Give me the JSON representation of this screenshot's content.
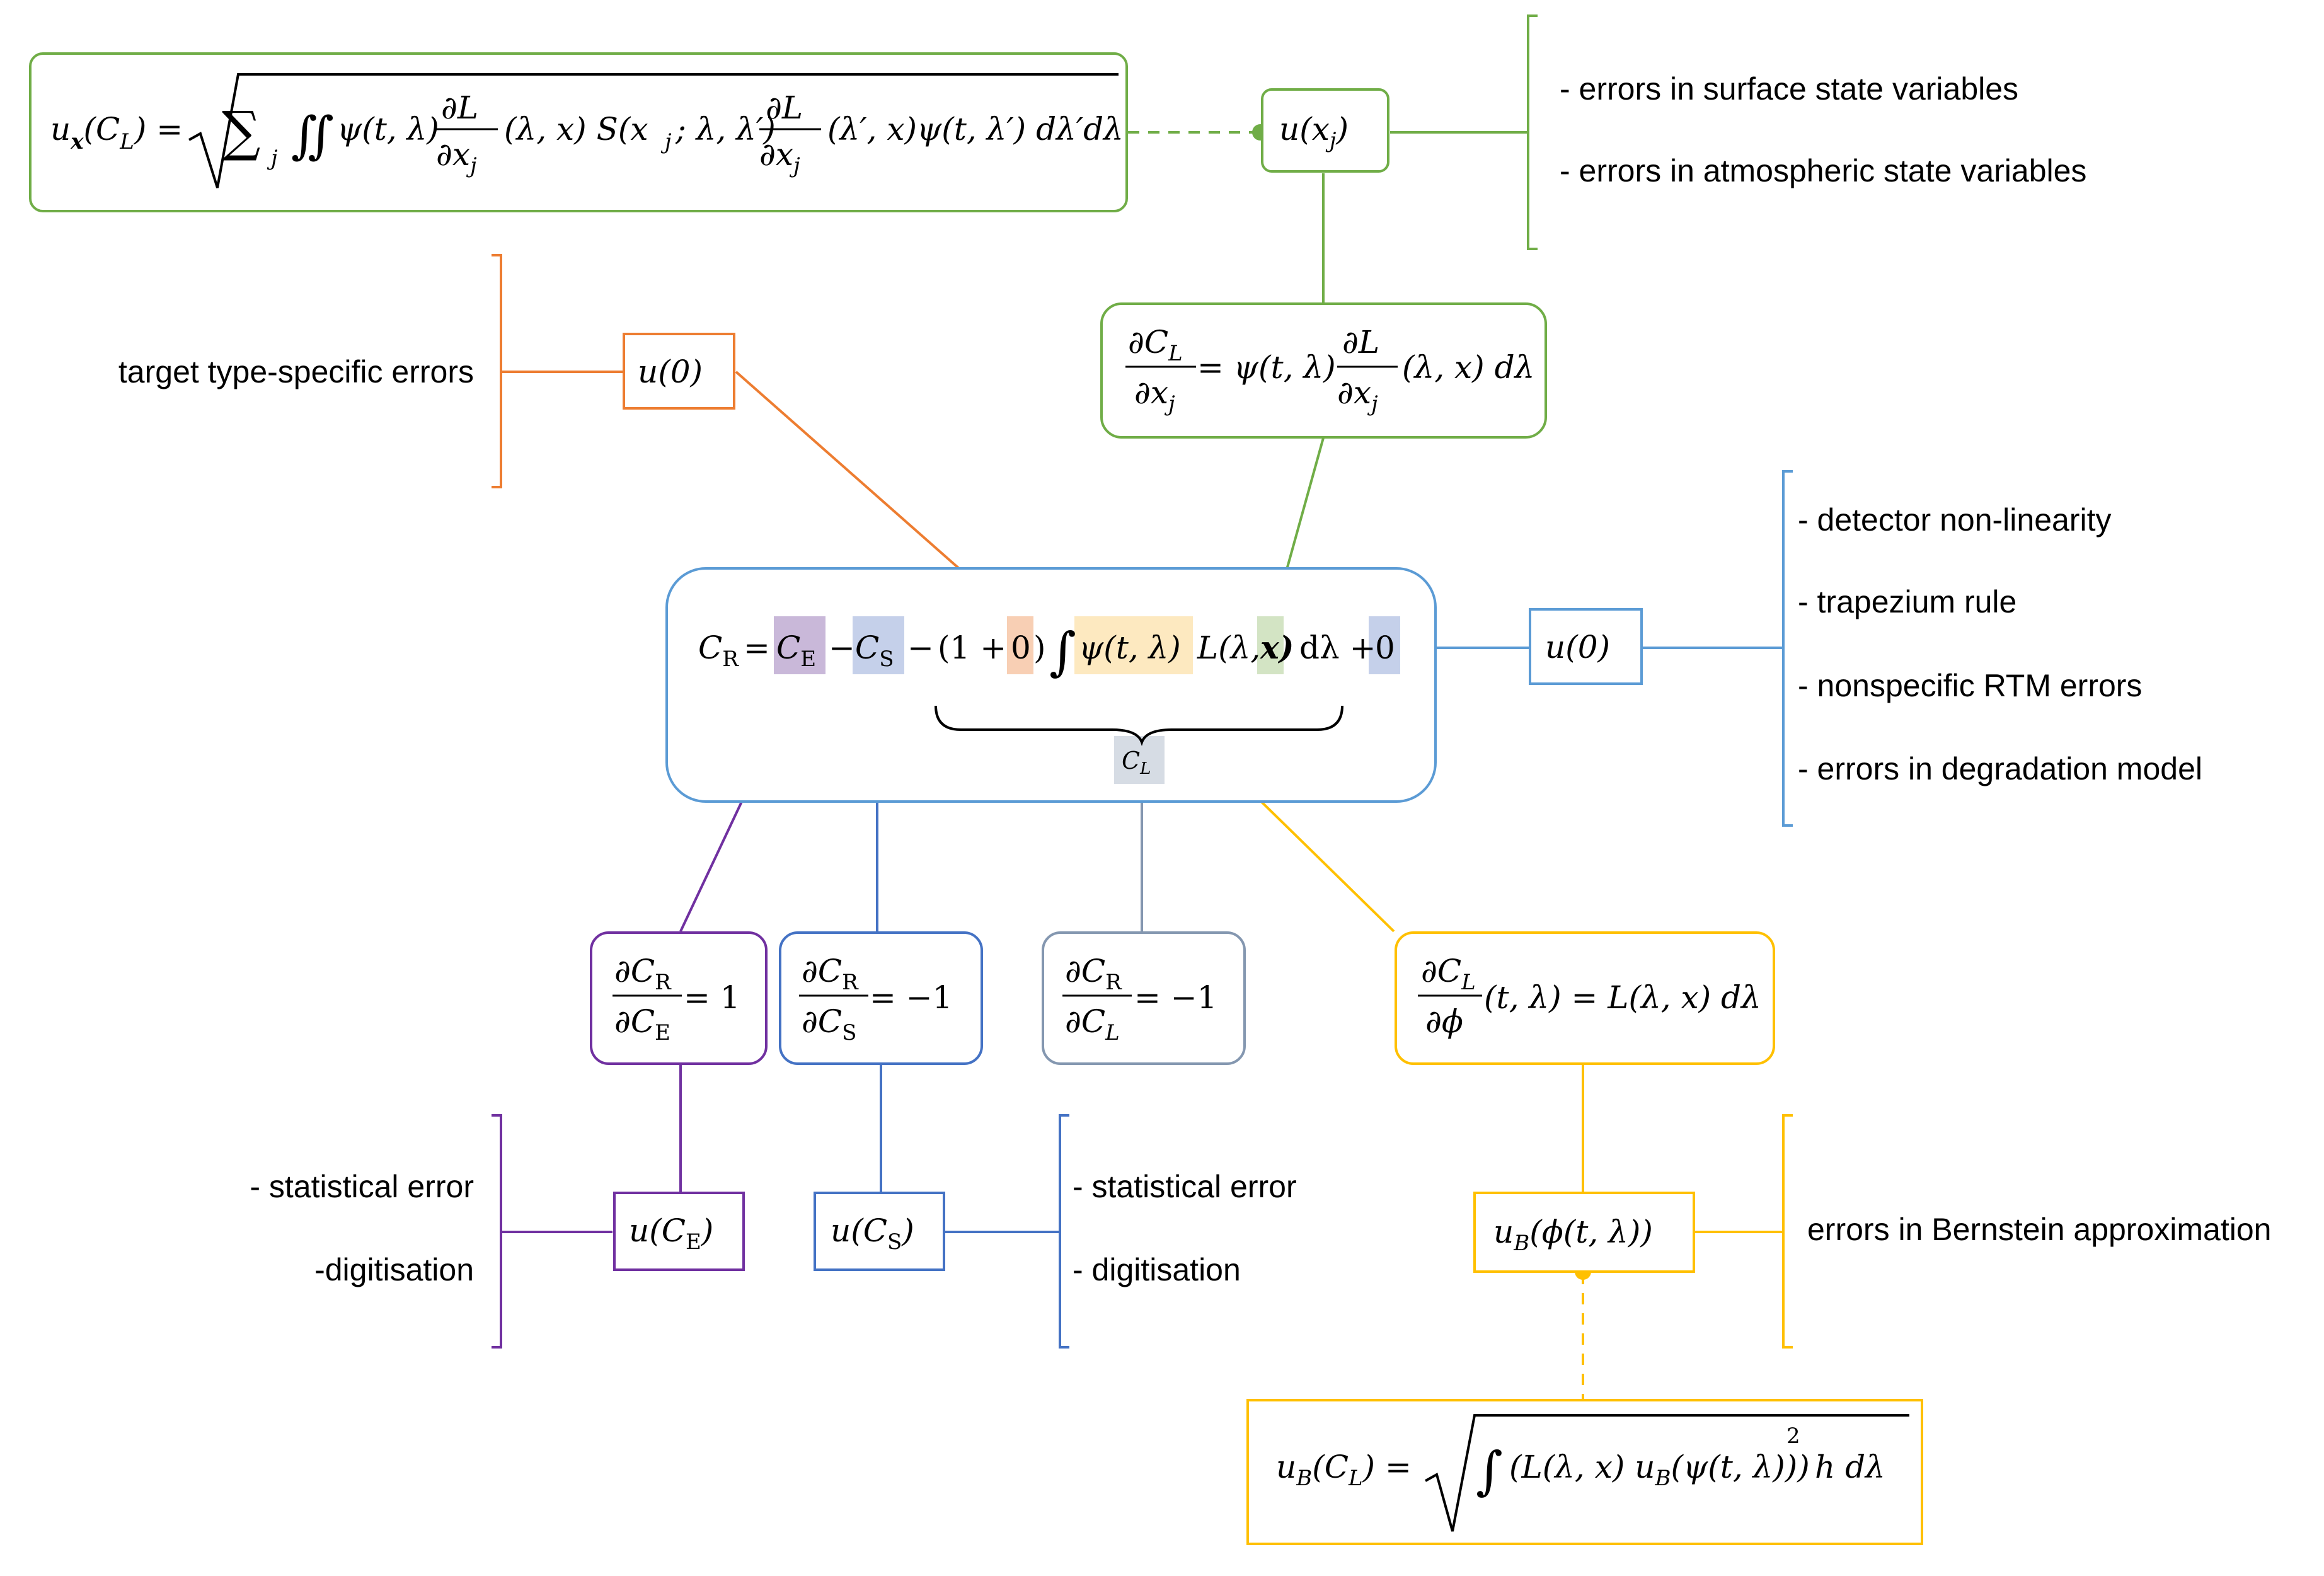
{
  "colors": {
    "green": "#70ad47",
    "orange": "#ed7d31",
    "blue": "#5b9bd5",
    "darkblue": "#4472c4",
    "purple": "#7030a0",
    "slate": "#8497b0",
    "gold": "#ffc000",
    "hl_purple": "#c9b8d9",
    "hl_blue": "#c5d0ea",
    "hl_orange": "#f8cfb4",
    "hl_yellow": "#fde9c0",
    "hl_green": "#d3e4c4",
    "hl_slate": "#d6dce4"
  },
  "notes": {
    "surface_state": "- errors in surface state variables",
    "atmospheric_state": "- errors in atmospheric state variables",
    "target_type": "target type-specific errors",
    "detector": "- detector non-linearity",
    "trapezium": "- trapezium rule",
    "rtm": "- nonspecific RTM errors",
    "degradation": "- errors in degradation model",
    "stat_left": "- statistical error",
    "digit_left": "-digitisation",
    "stat_right": "- statistical error",
    "digit_right": "- digitisation",
    "bernstein": "errors in Bernstein approximation"
  },
  "formulas": {
    "ux_lhs": "u",
    "ux_sub": "x",
    "ux_arg": "(C",
    "ux_argsub": "L",
    "ux_argclose": ") =",
    "ux_sum": "∑",
    "ux_sumsub": "j",
    "ux_int": "∬",
    "ux_psi": "ψ(t, λ)",
    "ux_dL": "∂L",
    "ux_dx": "∂x",
    "ux_dxsub": "j",
    "ux_mid": "(λ, x) S(x",
    "ux_midsub": "j",
    "ux_mid2": "; λ, λ′)",
    "ux_dL2": "∂L",
    "ux_dx2": "∂x",
    "ux_dx2sub": "j",
    "ux_tail": "(λ′, x)ψ(t, λ′) dλ′dλ",
    "uxj": "u(x",
    "uxj_sub": "j",
    "uxj_close": ")",
    "dCL_num": "∂C",
    "dCL_numsub": "L",
    "dCL_den": "∂x",
    "dCL_densub": "j",
    "dCL_mid": "= ψ(t, λ)",
    "dCL_num2": "∂L",
    "dCL_den2": "∂x",
    "dCL_den2sub": "j",
    "dCL_tail": "(λ, x) dλ",
    "u0_left": "u(0)",
    "u0_right": "u(0)",
    "main_CR": "C",
    "main_CRsub": "R",
    "main_eq": "=",
    "main_CE": "C",
    "main_CEsub": "E",
    "main_minus1": "−",
    "main_CS": "C",
    "main_CSsub": "S",
    "main_minus2": "−",
    "main_paren": "(1 +",
    "main_zero1": "0",
    "main_parenclose": ")",
    "main_int": "∫",
    "main_psi": "ψ(t, λ)",
    "main_L": "L(λ,",
    "main_x": "x)",
    "main_dl": "dλ +",
    "main_zero2": "0",
    "brace_CL": "C",
    "brace_CLsub": "L",
    "dCR_E_num": "∂C",
    "dCR_E_numsub": "R",
    "dCR_E_den": "∂C",
    "dCR_E_densub": "E",
    "dCR_E_val": "= 1",
    "dCR_S_num": "∂C",
    "dCR_S_numsub": "R",
    "dCR_S_den": "∂C",
    "dCR_S_densub": "S",
    "dCR_S_val": "= −1",
    "dCR_L_num": "∂C",
    "dCR_L_numsub": "R",
    "dCR_L_den": "∂C",
    "dCR_L_densub": "L",
    "dCR_L_val": "= −1",
    "dCL_phi_num": "∂C",
    "dCL_phi_numsub": "L",
    "dCL_phi_den": "∂ϕ",
    "dCL_phi_val": "(t, λ) = L(λ, x) dλ",
    "uCE": "u(C",
    "uCE_sub": "E",
    "uCE_close": ")",
    "uCS": "u(C",
    "uCS_sub": "S",
    "uCS_close": ")",
    "uB": "u",
    "uB_sub": "B",
    "uB_arg": "(ϕ(t, λ))",
    "uBCL_lhs": "u",
    "uBCL_sub": "B",
    "uBCL_arg": "(C",
    "uBCL_argsub": "L",
    "uBCL_eq": ") =",
    "uBCL_int": "∫",
    "uBCL_body": "(L(λ, x) u",
    "uBCL_bsub": "B",
    "uBCL_body2": "(ψ(t, λ)))",
    "uBCL_sq": "2",
    "uBCL_tail": "h dλ"
  }
}
